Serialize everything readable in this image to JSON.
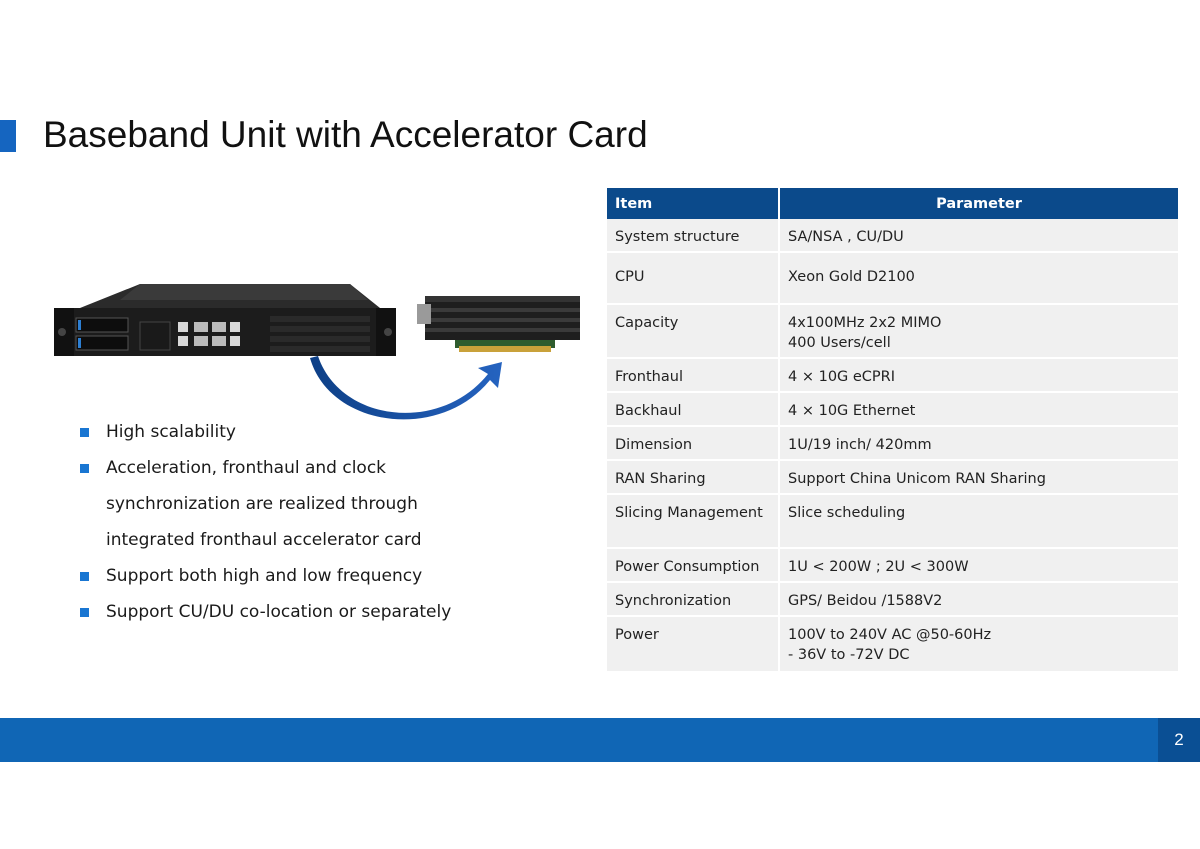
{
  "slide": {
    "title": "Baseband Unit with Accelerator Card",
    "page_number": "2"
  },
  "bullets": [
    [
      "High scalability"
    ],
    [
      "Acceleration, fronthaul and clock",
      "synchronization are realized through",
      "integrated fronthaul accelerator card"
    ],
    [
      "Support both high and low frequency"
    ],
    [
      "Support CU/DU co-location or separately"
    ]
  ],
  "table": {
    "headers": [
      "Item",
      "Parameter"
    ],
    "rows": [
      {
        "item": "System structure",
        "value": [
          "SA/NSA , CU/DU"
        ]
      },
      {
        "item": "CPU",
        "value": [
          "Xeon Gold D2100"
        ]
      },
      {
        "item": "Capacity",
        "value": [
          "4x100MHz 2x2 MIMO",
          "400 Users/cell"
        ]
      },
      {
        "item": "Fronthaul",
        "value": [
          "4 × 10G eCPRI"
        ]
      },
      {
        "item": "Backhaul",
        "value": [
          "4 × 10G Ethernet"
        ]
      },
      {
        "item": "Dimension",
        "value": [
          "1U/19 inch/ 420mm"
        ]
      },
      {
        "item": "RAN Sharing",
        "value": [
          "Support China Unicom RAN Sharing"
        ]
      },
      {
        "item": "Slicing Management",
        "value": [
          "Slice scheduling"
        ]
      },
      {
        "item": "Power Consumption",
        "value": [
          "1U < 200W ; 2U < 300W"
        ]
      },
      {
        "item": "Synchronization",
        "value": [
          "GPS/ Beidou /1588V2"
        ]
      },
      {
        "item": "Power",
        "value": [
          "100V to 240V AC @50-60Hz",
          "- 36V to -72V DC"
        ]
      }
    ]
  },
  "colors": {
    "accent": "#1565c0",
    "table_header": "#0b4a8b",
    "footer": "#1066b5"
  }
}
